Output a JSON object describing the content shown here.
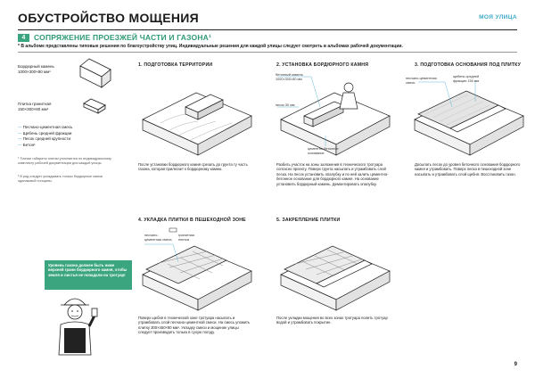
{
  "header": {
    "title": "ОБУСТРОЙСТВО МОЩЕНИЯ",
    "brand": "МОЯ УЛИЦА"
  },
  "section": {
    "number": "4",
    "title": "СОПРЯЖЕНИЕ ПРОЕЗЖЕЙ ЧАСТИ И ГАЗОНА¹",
    "note": "* В альбоме представлены типовые решения по благоустройству улиц. Индивидуальные решения для каждой улицы следует смотреть в альбомах рабочей документации."
  },
  "materials": {
    "curb_name": "Бордюрный камень",
    "curb_size": "1000×300×80 мм¹",
    "tile_name": "Плитка гранитная",
    "tile_size": "150×300×80 мм¹"
  },
  "legend": [
    "Песчано-цементная смесь",
    "Щебень средней фракции",
    "Песок средней крупности",
    "Бетон¹"
  ],
  "legend_bullet": "—",
  "footnotes": [
    "¹ Точные габариты плитки уточняются по индивидуальному комплекту рабочей документации для каждой улицы",
    "² В ряд следует укладывать только бордюрные камни одинаковой толщины."
  ],
  "steps": [
    {
      "title": "1. ПОДГОТОВКА ТЕРРИТОРИИ",
      "text": "После установки бордюрного камня срезать до грунта ту часть газона, которая прилегает к бордюрному камню."
    },
    {
      "title": "2. УСТАНОВКА БОРДЮРНОГО КАМНЯ",
      "text": "Разбить участок на зоны заложения в технического тротуара согласно проекту. Поверх грунта насыпать и утрамбовать слой песка. На песок установить опалубку и по ней залить цементно-бетонное основание для бордюрного камня. На основание установить бордюрный камень. Демонтировать опалубку."
    },
    {
      "title": "3. ПОДГОТОВКА ОСНОВАНИЯ ПОД ПЛИТКУ",
      "text": "Досыпать песок до уровня бетонного основания бордюрного камня и утрамбовать. Поверх песка в пешеходной зоне насыпать и утрамбовать слой щебня. Восстановить газон."
    },
    {
      "title": "4. УКЛАДКА ПЛИТКИ В ПЕШЕХОДНОЙ ЗОНЕ",
      "text": "Поверх щебня в технической зоне тротуара насыпать и утрамбовать слой песчано-цементной смеси. На смесь уложить плитку 300×450×80 мм¹. Укладку смеси и мощение улицы следует производить только в сухую погоду."
    },
    {
      "title": "5. ЗАКРЕПЛЕНИЕ ПЛИТКИ",
      "text": "После укладки мощения во всех зонах тротуара полить тротуар водой и утрамбовать покрытие."
    }
  ],
  "diagram_labels": {
    "step2_a": "бетонный камень 1000×300×80 мм",
    "step2_b": "песок 30 мм",
    "step2_c": "цементно-бетонное основание",
    "step3_a": "песчано-цементная смесь",
    "step3_b": "щебень средней фракции 150 мм",
    "step4_a": "песчано-цементная смесь",
    "step4_b": "гранитная плитка"
  },
  "callout": "Уровень газона должен быть ниже верхней грани бордюрного камня, чтобы земля и листья не попадали на тротуар!",
  "page_number": "9",
  "colors": {
    "accent_green": "#3aa57e",
    "accent_blue": "#3ea9c9",
    "line": "#222222"
  }
}
